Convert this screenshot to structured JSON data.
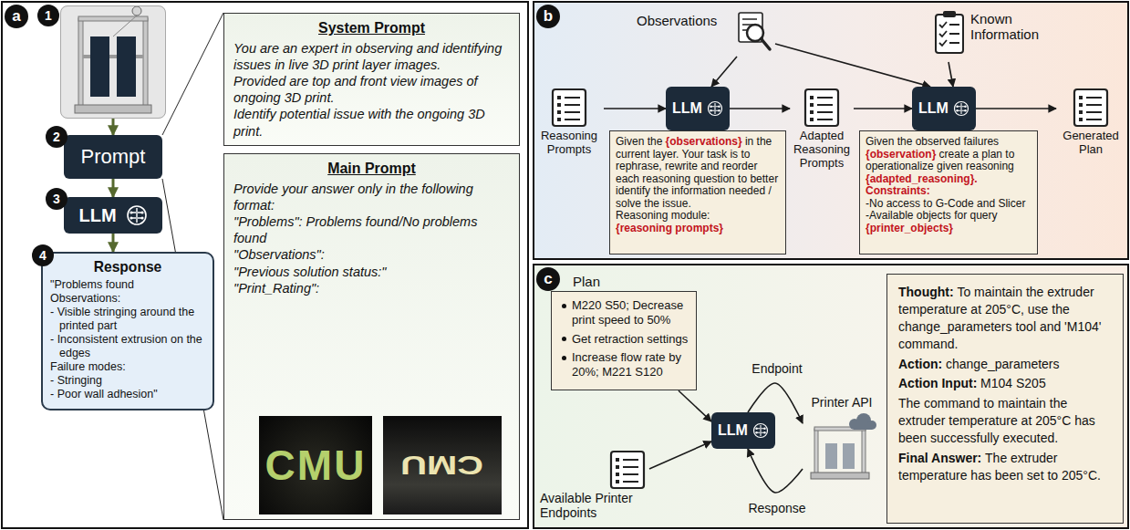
{
  "diagram": {
    "nodes": [
      {
        "text": [
          "a"
        ]
      },
      {
        "text": [
          "1"
        ],
        "in": 0
      },
      {
        "text": [
          "2",
          "Prompt"
        ],
        "in": 0
      },
      {
        "text": [
          "3",
          "LLM"
        ],
        "in": 0
      },
      {
        "text": [
          "4",
          "Response",
          "\"Problems found",
          "Observations:",
          "- Visible stringing around the printed part",
          "- Inconsistent extrusion on the edges",
          "Failure modes:",
          "- Stringing",
          "- Poor wall adhesion\""
        ],
        "in": 0
      },
      {
        "text": [
          "System Prompt",
          "You are an expert in observing and identifying issues in live 3D print layer images.",
          "Provided are top and front view images of ongoing 3D print.",
          "Identify potential issue with the ongoing 3D print."
        ],
        "in": 0
      },
      {
        "text": [
          "Main Prompt",
          "Provide your answer only in the following format:",
          "\"Problems\": Problems found/No problems found",
          "\"Observations\":",
          "\"Previous solution status:\"",
          "\"Print_Rating\":"
        ],
        "in": 0
      },
      {
        "text": [
          "b"
        ]
      },
      {
        "text": [
          "Observations"
        ],
        "in": 7
      },
      {
        "text": [
          "Known Information"
        ],
        "in": 7
      },
      {
        "text": [
          "Reasoning Prompts"
        ],
        "in": 7
      },
      {
        "text": [
          "LLM"
        ],
        "in": 7
      },
      {
        "text": [
          "Given the",
          "{observations}",
          "in the current layer. Your task is to rephrase, rewrite and reorder each reasoning question to better identify the information needed / solve the issue.",
          "Reasoning module:",
          "{reasoning prompts}"
        ],
        "in": 7
      },
      {
        "text": [
          "Adapted Reasoning Prompts"
        ],
        "in": 7
      },
      {
        "text": [
          "LLM"
        ],
        "in": 7
      },
      {
        "text": [
          "Given the observed failures",
          "{observation}",
          "create a plan to operationalize given reasoning",
          "{adapted_reasoning}.",
          "Constraints:",
          "-No access to G-Code and Slicer",
          "-Available objects for query",
          "{printer_objects}"
        ],
        "in": 7
      },
      {
        "text": [
          "Generated Plan"
        ],
        "in": 7
      },
      {
        "text": [
          "c"
        ]
      },
      {
        "text": [
          "Plan",
          "M220 S50; Decrease print speed to 50%",
          "Get retraction settings",
          "Increase flow rate by 20%; M221 S120"
        ],
        "in": 17
      },
      {
        "text": [
          "Available Printer Endpoints"
        ],
        "in": 17
      },
      {
        "text": [
          "LLM"
        ],
        "in": 17
      },
      {
        "text": [
          "Printer API"
        ],
        "in": 17
      },
      {
        "text": [
          "Thought:",
          "To maintain the extruder temperature at 205°C, use the change_parameters tool and 'M104' command.",
          "Action:",
          "change_parameters",
          "Action Input:",
          "M104 S205",
          "The command to maintain the extruder temperature at 205°C has been successfully executed.",
          "Final Answer:",
          "The extruder temperature has been set to 205°C."
        ],
        "in": 17
      }
    ],
    "edges": [
      {
        "from": 1,
        "to": 2,
        "arrow": "to"
      },
      {
        "from": 2,
        "to": 3,
        "arrow": "to"
      },
      {
        "from": 3,
        "to": 4,
        "arrow": "to"
      },
      {
        "from": 2,
        "to": 5,
        "arrow": "none"
      },
      {
        "from": 2,
        "to": 6,
        "arrow": "none"
      },
      {
        "from": 10,
        "to": 11,
        "arrow": "to"
      },
      {
        "from": 11,
        "to": 13,
        "arrow": "to"
      },
      {
        "from": 13,
        "to": 14,
        "arrow": "to"
      },
      {
        "from": 14,
        "to": 16,
        "arrow": "to"
      },
      {
        "from": 8,
        "to": 11,
        "arrow": "to"
      },
      {
        "from": 8,
        "to": 14,
        "arrow": "to"
      },
      {
        "from": 9,
        "to": 14,
        "arrow": "to"
      },
      {
        "from": 18,
        "to": 20,
        "arrow": "to"
      },
      {
        "from": 19,
        "to": 20,
        "arrow": "to"
      },
      {
        "from": 20,
        "to": 21,
        "label": "Endpoint",
        "arrow": "to"
      },
      {
        "from": 21,
        "to": 20,
        "label": "Response",
        "arrow": "to"
      }
    ],
    "labels": [
      "CMU",
      "CMU"
    ]
  }
}
